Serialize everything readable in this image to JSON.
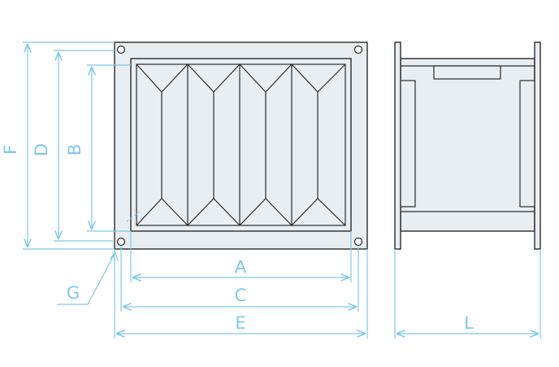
{
  "colors": {
    "outline": "#2b2b2b",
    "fill": "#e9eef3",
    "dimension": "#7fc8e8",
    "label": "#7fc8e8"
  },
  "labels": {
    "A": "A",
    "B": "B",
    "C": "C",
    "D": "D",
    "E": "E",
    "F": "F",
    "G": "G",
    "L": "L"
  }
}
